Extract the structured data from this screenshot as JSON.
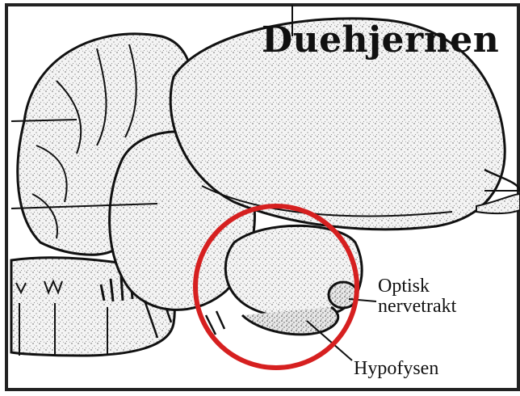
{
  "title": "Duehjernen",
  "labels": {
    "optic_line1": "Optisk",
    "optic_line2": "nervetrakt",
    "hypophysis": "Hypofysen"
  },
  "colors": {
    "highlight_circle": "#d62020",
    "ink": "#111111",
    "frame": "#222222"
  }
}
